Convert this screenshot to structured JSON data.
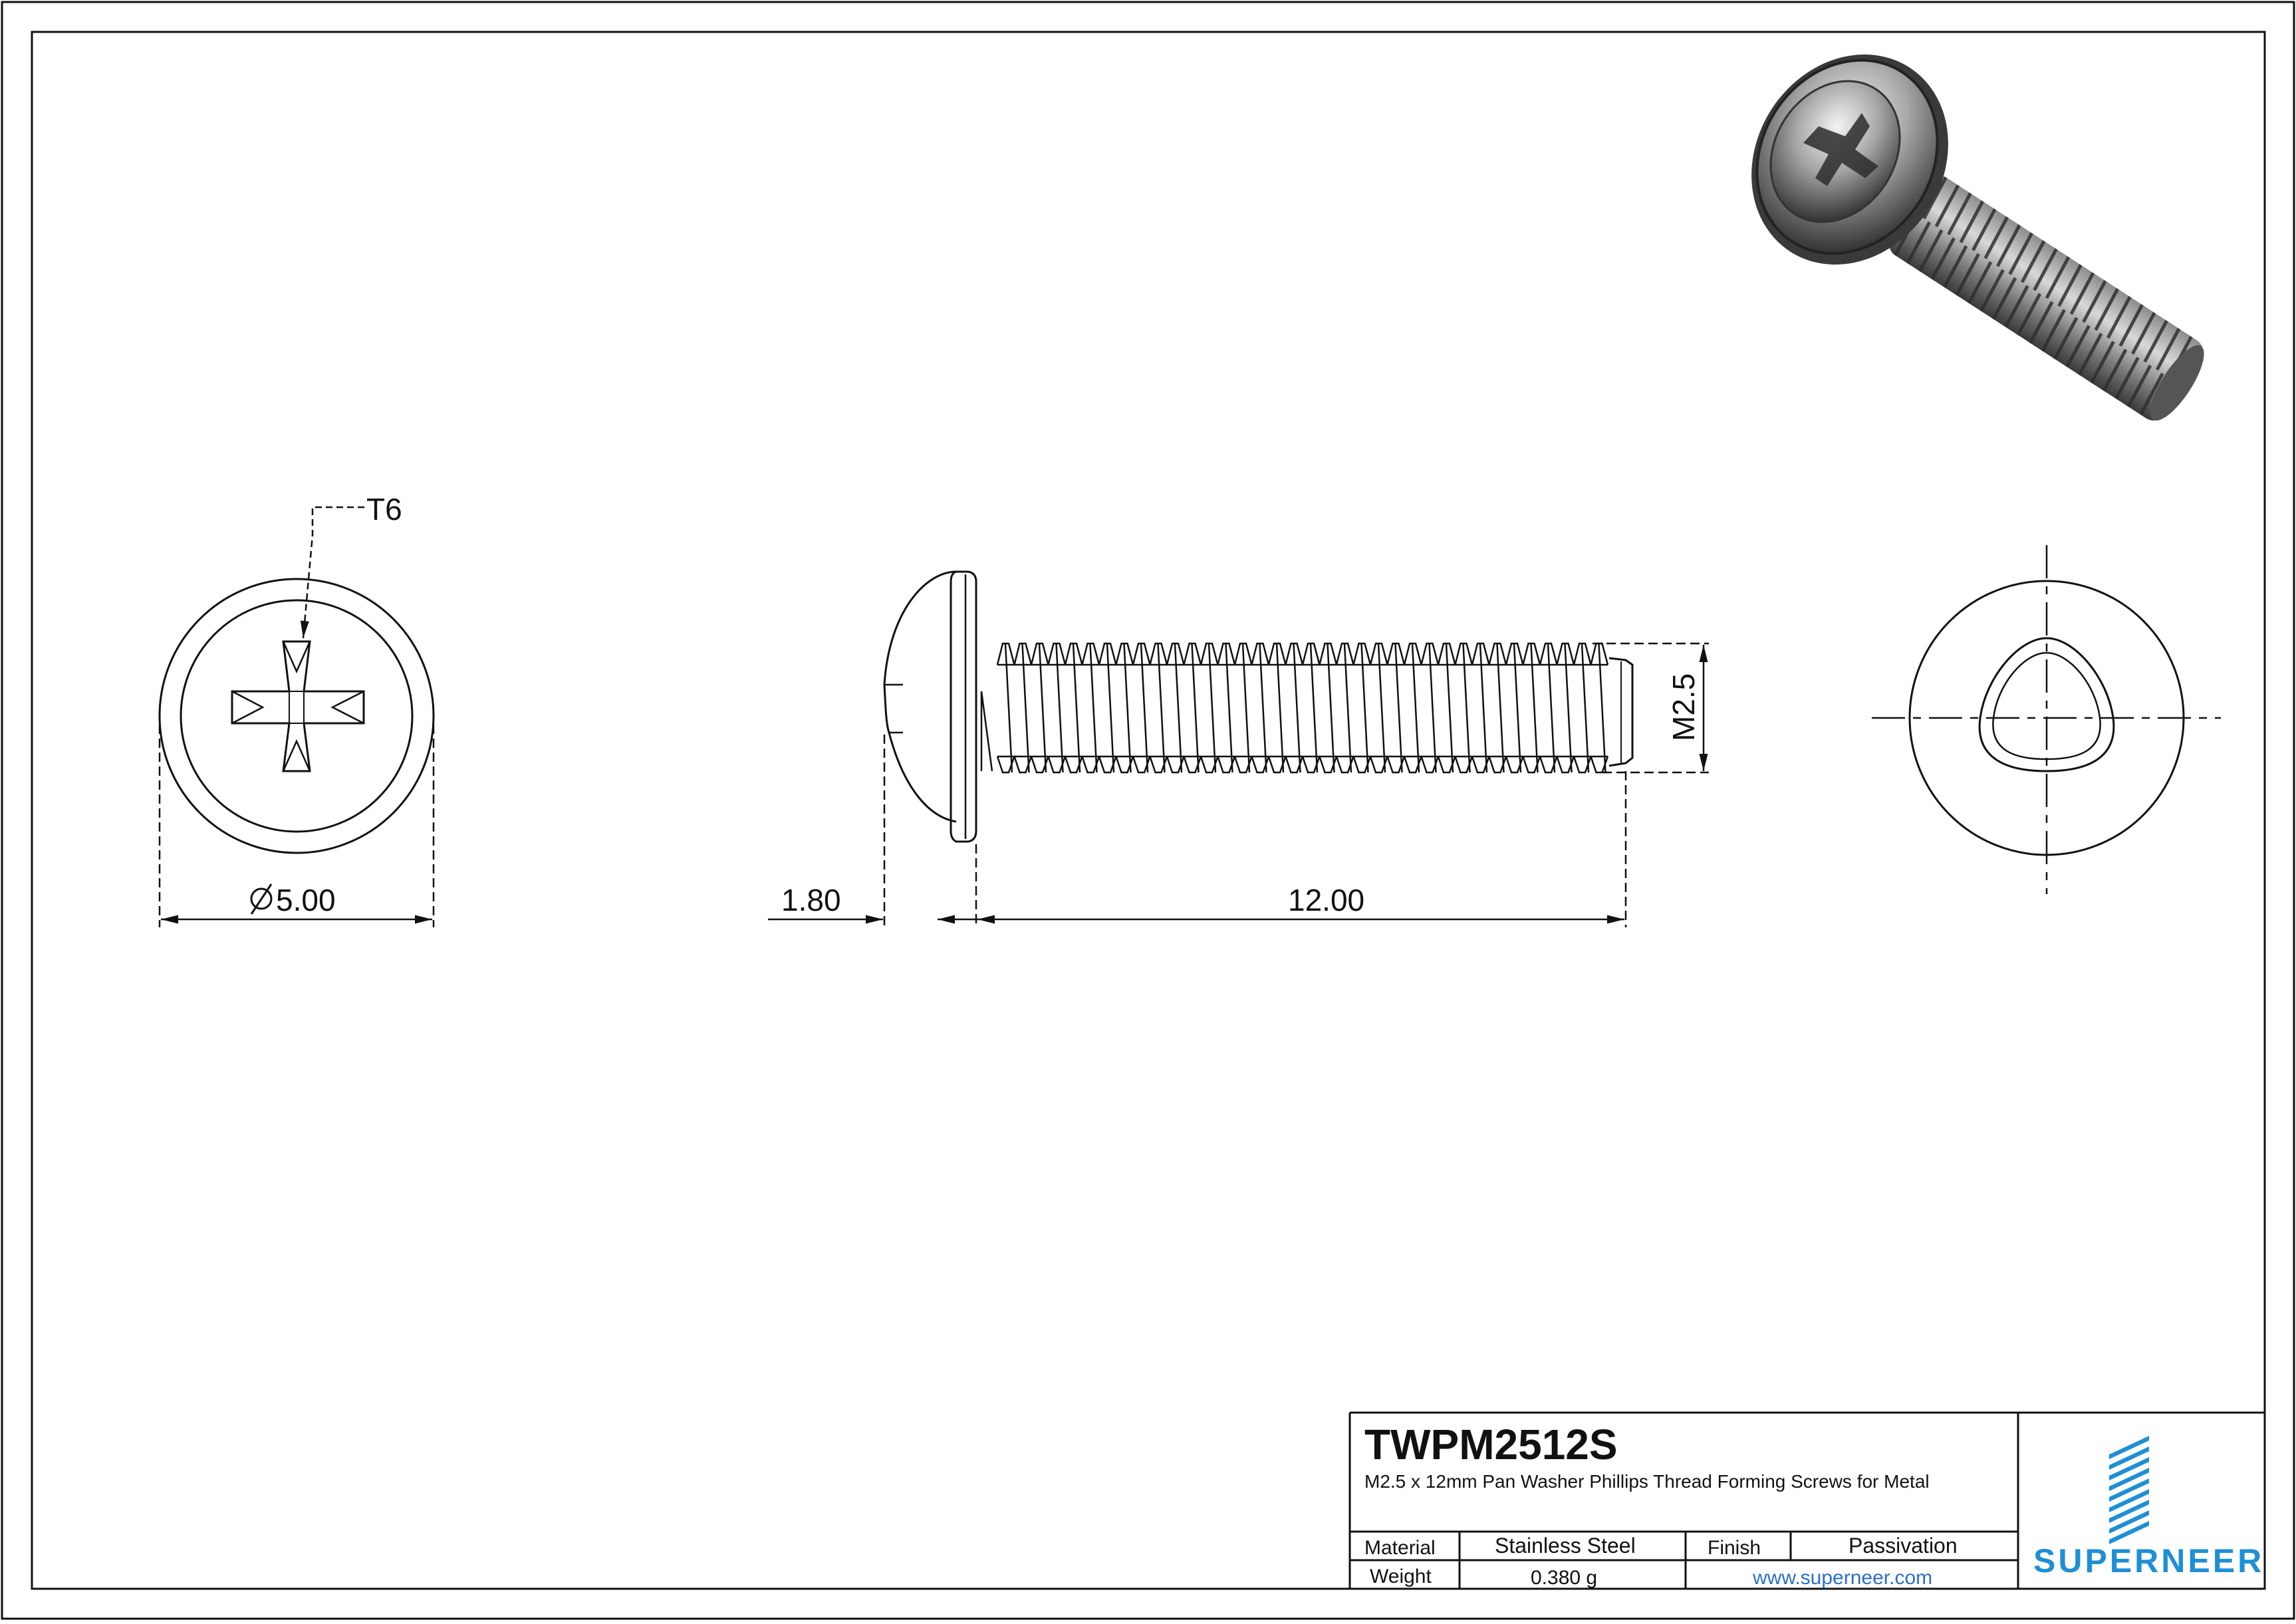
{
  "drawing": {
    "part_number": "TWPM2512S",
    "description": "M2.5 x 12mm Pan Washer Phillips Thread Forming Screws for Metal",
    "material_label": "Material",
    "material_value": "Stainless Steel",
    "finish_label": "Finish",
    "finish_value": "Passivation",
    "weight_label": "Weight",
    "weight_value": "0.380 g",
    "website": "www.superneer.com",
    "brand": "SUPERNEER",
    "brand_color": "#1e8fd6"
  },
  "dimensions": {
    "drive": "T6",
    "diameter": "5.00",
    "head_height": "1.80",
    "length": "12.00",
    "thread": "M2.5"
  },
  "icons": {
    "diameter_symbol": "diameter-symbol-icon",
    "logo": "superneer-stripes-logo-icon"
  }
}
